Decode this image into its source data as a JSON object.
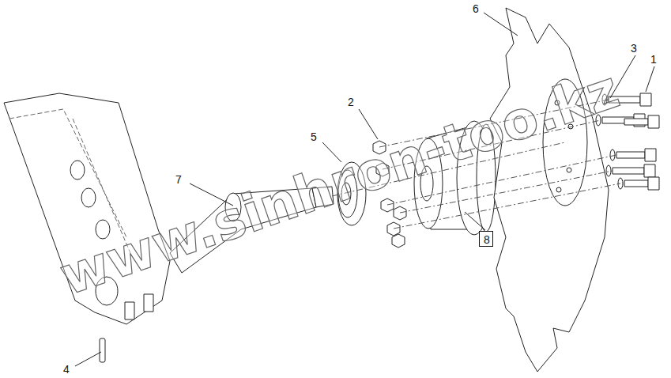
{
  "diagram": {
    "nodes": [
      {
        "text": [
          "8"
        ]
      }
    ],
    "labels": [
      "6",
      "3",
      "1",
      "2",
      "5",
      "7",
      "4",
      "www.sinhron-too.kz"
    ]
  }
}
